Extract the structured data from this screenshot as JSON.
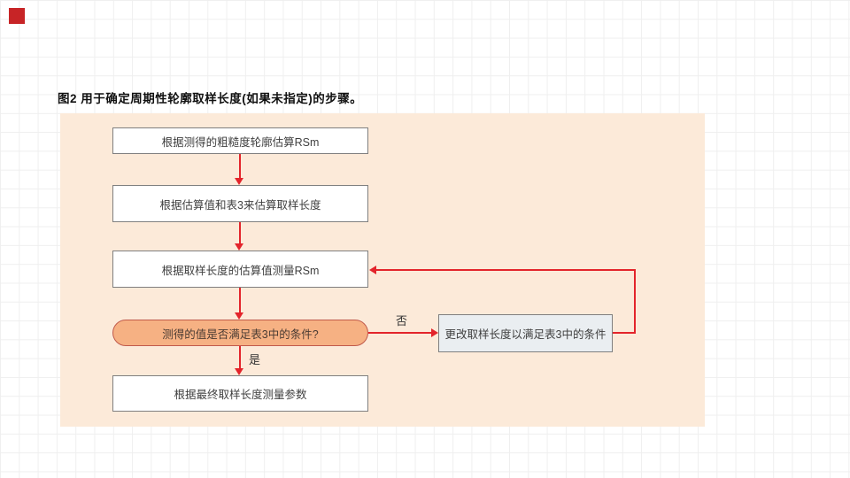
{
  "figure": {
    "caption": "图2 用于确定周期性轮廓取样长度(如果未指定)的步骤。"
  },
  "flowchart": {
    "steps": [
      "根据测得的粗糙度轮廓估算RSm",
      "根据估算值和表3来估算取样长度",
      "根据取样长度的估算值测量RSm",
      "测得的值是否满足表3中的条件?",
      "根据最终取样长度测量参数"
    ],
    "side_box": "更改取样长度以满足表3中的条件",
    "labels": {
      "yes": "是",
      "no": "否"
    }
  },
  "colors": {
    "accent_red": "#e3242b",
    "indicator_red": "#c72426",
    "panel_bg": "#fcead9",
    "decision_fill": "#f6b183",
    "decision_border": "#c05a4b",
    "decision_text": "#4a3b33",
    "box_border": "#7f7f7f",
    "box_text": "#3f3f3f",
    "side_fill": "#eaeef1"
  }
}
